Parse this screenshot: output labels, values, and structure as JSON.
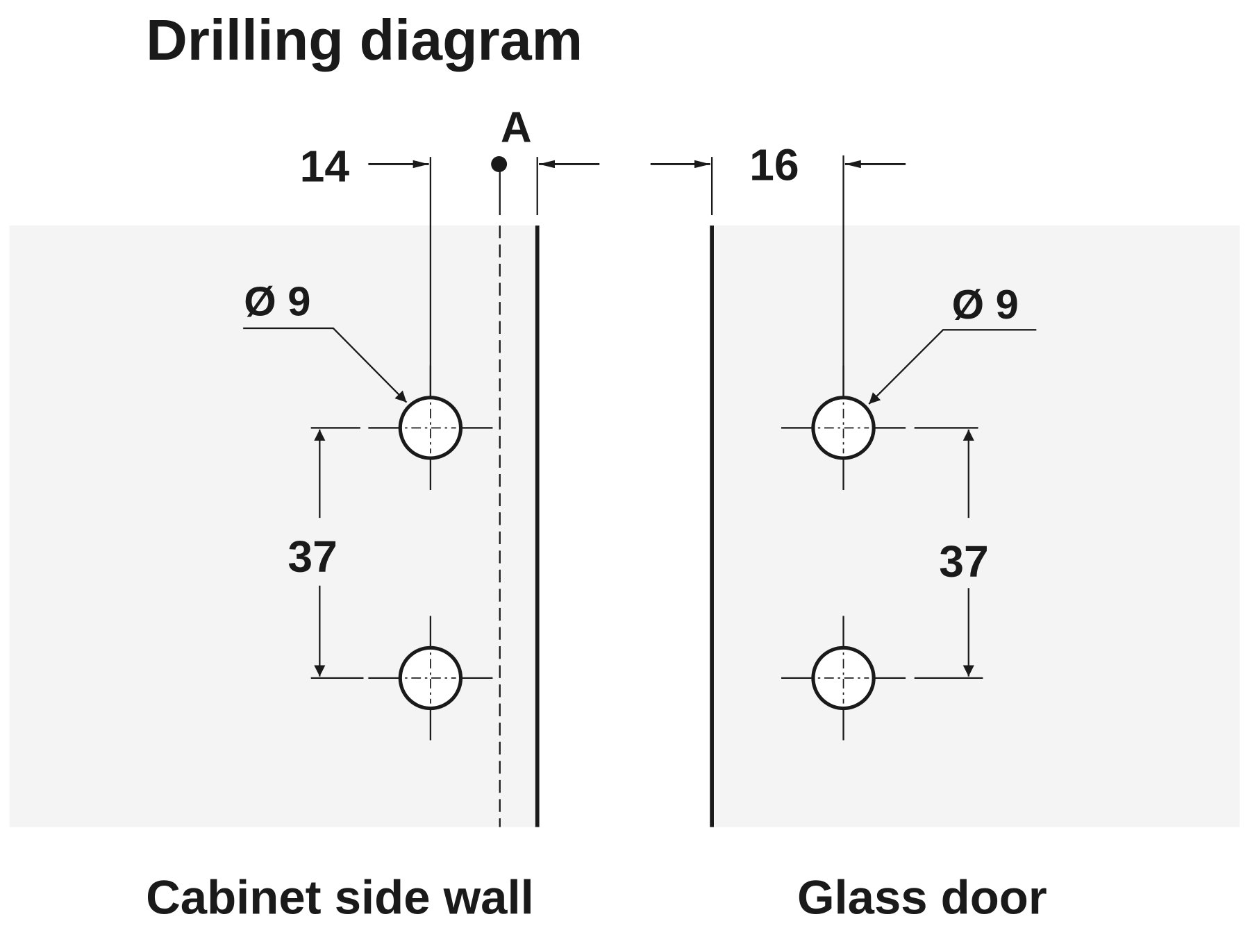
{
  "title": "Drilling diagram",
  "reference_point": "A",
  "dimensions": {
    "cabinet_edge_offset": "14",
    "door_edge_offset": "16",
    "left_hole_diameter": "Ø 9",
    "right_hole_diameter": "Ø 9",
    "left_hole_spacing": "37",
    "right_hole_spacing": "37"
  },
  "labels": {
    "cabinet": "Cabinet side wall",
    "door": "Glass door"
  },
  "colors": {
    "panel": "#f4f4f4",
    "ink": "#1a1a1a"
  }
}
